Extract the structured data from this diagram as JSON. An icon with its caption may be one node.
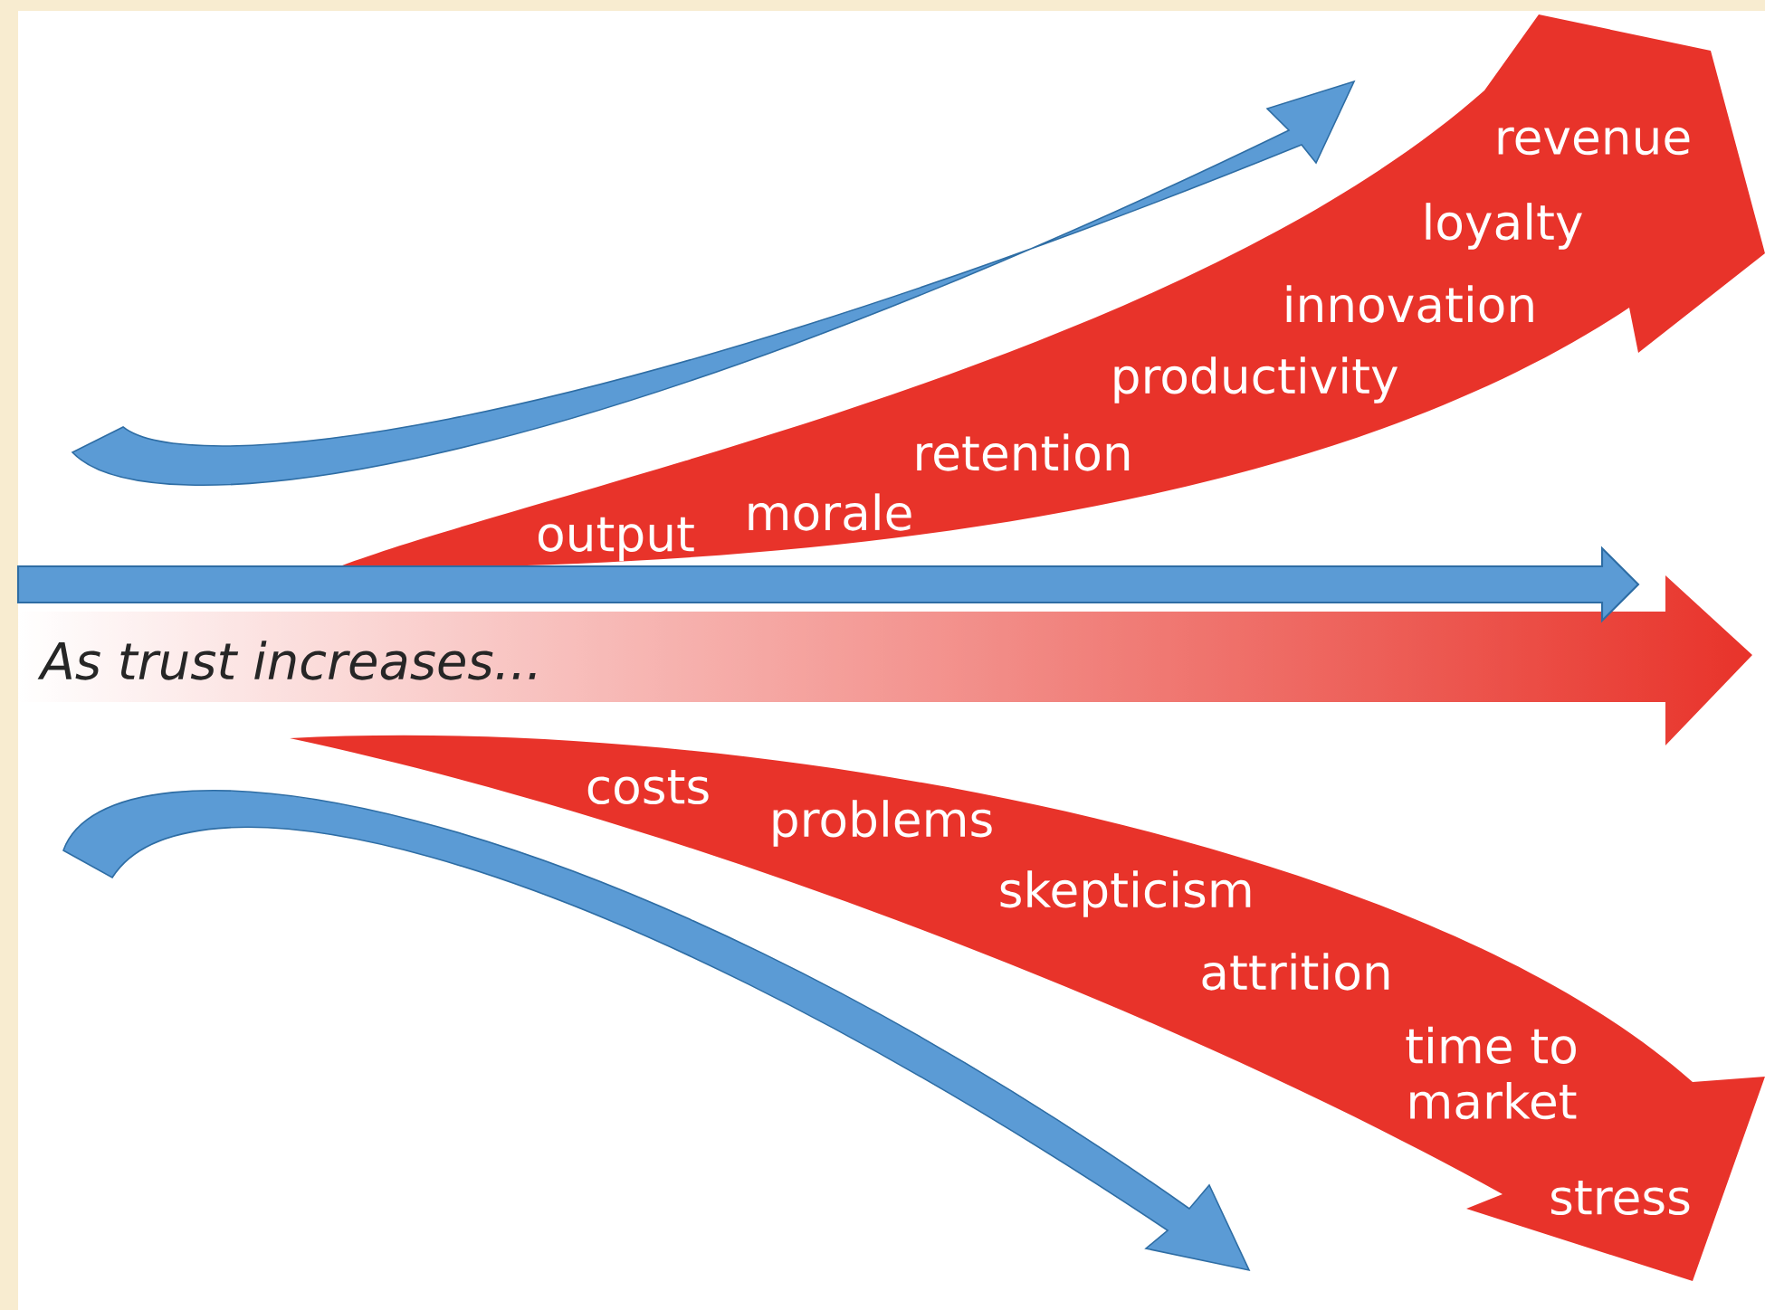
{
  "diagram": {
    "labels": [
      "revenue",
      "loyalty",
      "innovation",
      "productivity",
      "retention",
      "morale",
      "output",
      "As trust increases...",
      "costs",
      "problems",
      "skepticism",
      "attrition",
      "time to market",
      "stress"
    ]
  }
}
